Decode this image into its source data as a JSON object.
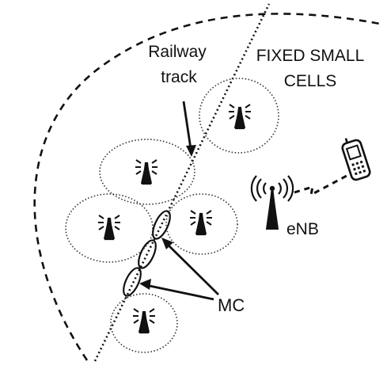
{
  "labels": {
    "railway_line1": "Railway",
    "railway_line2": "track",
    "fixed_line1": "FIXED SMALL",
    "fixed_line2": "CELLS",
    "enb": "eNB",
    "mc": "MC"
  },
  "icons": {
    "tower": "cell-tower-icon",
    "enb": "enb-antenna-icon",
    "phone": "mobile-phone-icon"
  },
  "colors": {
    "line": "#111111",
    "background": "#ffffff"
  }
}
